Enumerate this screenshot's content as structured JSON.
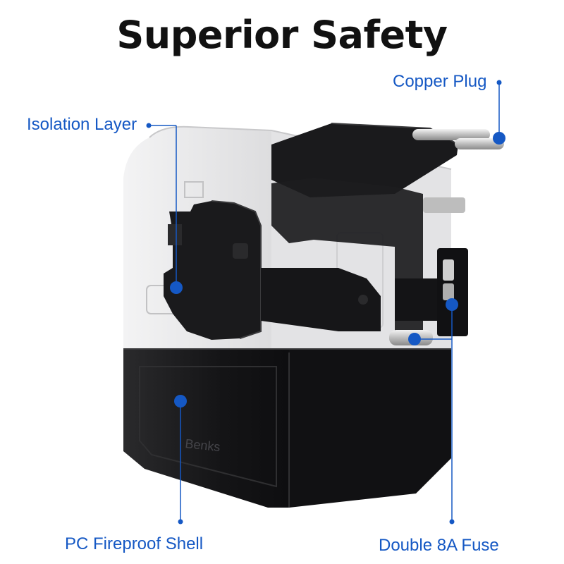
{
  "title": "Superior Safety",
  "brand": "Benks",
  "callouts": {
    "copper_plug": "Copper Plug",
    "isolation_layer": "Isolation Layer",
    "pc_fireproof_shell": "PC Fireproof Shell",
    "double_fuse": "Double 8A Fuse"
  },
  "colors": {
    "accent": "#1558c4",
    "title": "#111111",
    "shell_dark": "#1c1c1e",
    "shell_translucent": "#e4e4e6"
  }
}
